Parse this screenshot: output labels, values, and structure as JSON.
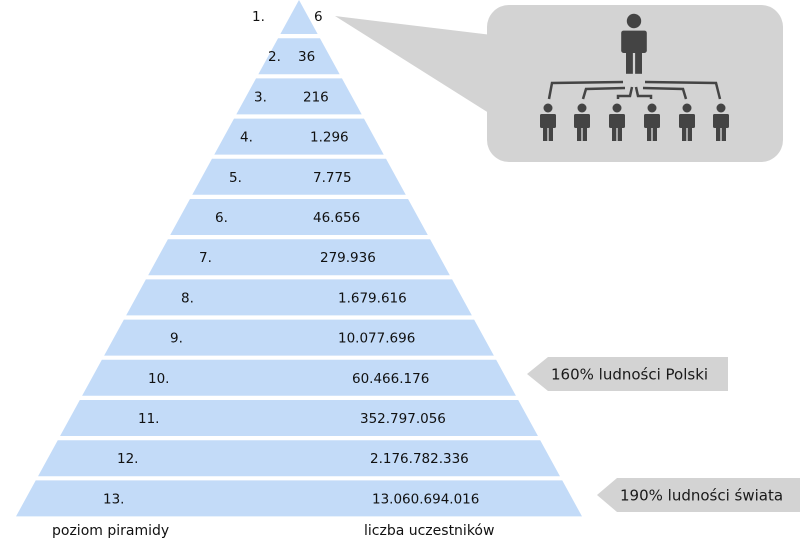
{
  "pyramid": {
    "levels": [
      {
        "level": "1.",
        "participants": "6"
      },
      {
        "level": "2.",
        "participants": "36"
      },
      {
        "level": "3.",
        "participants": "216"
      },
      {
        "level": "4.",
        "participants": "1.296"
      },
      {
        "level": "5.",
        "participants": "7.775"
      },
      {
        "level": "6.",
        "participants": "46.656"
      },
      {
        "level": "7.",
        "participants": "279.936"
      },
      {
        "level": "8.",
        "participants": "1.679.616"
      },
      {
        "level": "9.",
        "participants": "10.077.696"
      },
      {
        "level": "10.",
        "participants": "60.466.176"
      },
      {
        "level": "11.",
        "participants": "352.797.056"
      },
      {
        "level": "12.",
        "participants": "2.176.782.336"
      },
      {
        "level": "13.",
        "participants": "13.060.694.016"
      }
    ],
    "axis_left": "poziom piramidy",
    "axis_right": "liczba uczestników"
  },
  "annotations": [
    {
      "text": "160% ludności Polski",
      "level": 10
    },
    {
      "text": "190% ludności świata",
      "level": 13
    }
  ],
  "callout": {
    "icon": "hierarchy-people-icon",
    "children": 6
  },
  "colors": {
    "band": "#c3dbf8",
    "callout": "#d3d3d3",
    "figure": "#444444"
  }
}
